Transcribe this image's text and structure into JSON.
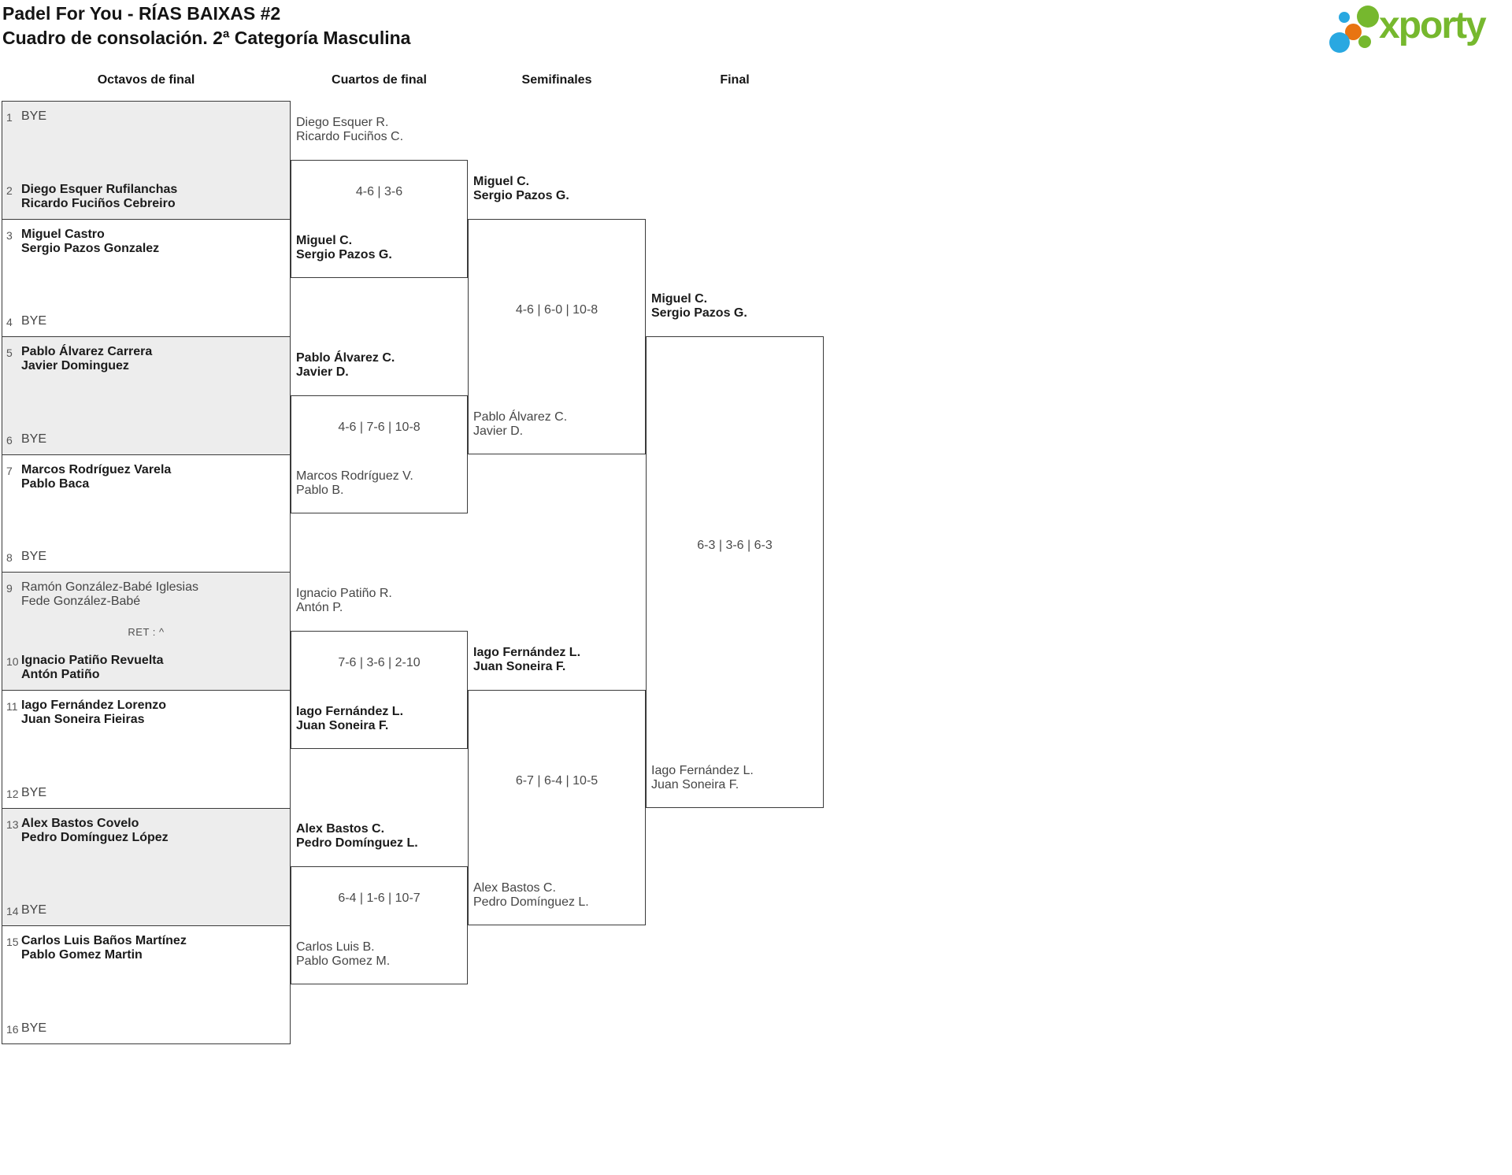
{
  "header": {
    "title": "Padel For You - RÍAS BAIXAS #2",
    "subtitle": "Cuadro de consolación. 2ª Categoría Masculina",
    "logo": {
      "wordmark": "xporty",
      "green": "#76b82e",
      "blue": "#29a8e1",
      "orange": "#e87411"
    }
  },
  "rounds": [
    "Octavos de final",
    "Cuartos de final",
    "Semifinales",
    "Final"
  ],
  "retirement_note": "RET : ^",
  "octavos": [
    {
      "num": "1",
      "line1": "BYE",
      "line2": "",
      "bold": false
    },
    {
      "num": "2",
      "line1": "Diego Esquer Rufilanchas",
      "line2": "Ricardo Fuciños Cebreiro",
      "bold": true
    },
    {
      "num": "3",
      "line1": "Miguel Castro",
      "line2": "Sergio Pazos Gonzalez",
      "bold": true
    },
    {
      "num": "4",
      "line1": "BYE",
      "line2": "",
      "bold": false
    },
    {
      "num": "5",
      "line1": "Pablo Álvarez Carrera",
      "line2": "Javier Dominguez",
      "bold": true
    },
    {
      "num": "6",
      "line1": "BYE",
      "line2": "",
      "bold": false
    },
    {
      "num": "7",
      "line1": "Marcos Rodríguez Varela",
      "line2": "Pablo Baca",
      "bold": true
    },
    {
      "num": "8",
      "line1": "BYE",
      "line2": "",
      "bold": false
    },
    {
      "num": "9",
      "line1": "Ramón González-Babé Iglesias",
      "line2": "Fede González-Babé",
      "bold": false
    },
    {
      "num": "10",
      "line1": "Ignacio Patiño Revuelta",
      "line2": "Antón Patiño",
      "bold": true
    },
    {
      "num": "11",
      "line1": "Iago Fernández Lorenzo",
      "line2": "Juan Soneira Fieiras",
      "bold": true
    },
    {
      "num": "12",
      "line1": "BYE",
      "line2": "",
      "bold": false
    },
    {
      "num": "13",
      "line1": "Alex Bastos Covelo",
      "line2": "Pedro Domínguez López",
      "bold": true
    },
    {
      "num": "14",
      "line1": "BYE",
      "line2": "",
      "bold": false
    },
    {
      "num": "15",
      "line1": "Carlos Luis Baños Martínez",
      "line2": "Pablo Gomez Martin",
      "bold": true
    },
    {
      "num": "16",
      "line1": "BYE",
      "line2": "",
      "bold": false
    }
  ],
  "cuartos": [
    {
      "score": "4-6 | 3-6",
      "top": {
        "line1": "Diego Esquer R.",
        "line2": "Ricardo Fuciños C.",
        "bold": false
      },
      "bottom": {
        "line1": "Miguel C.",
        "line2": "Sergio Pazos G.",
        "bold": true
      }
    },
    {
      "score": "4-6 | 7-6 | 10-8",
      "top": {
        "line1": "Pablo Álvarez C.",
        "line2": "Javier D.",
        "bold": true
      },
      "bottom": {
        "line1": "Marcos Rodríguez V.",
        "line2": "Pablo B.",
        "bold": false
      }
    },
    {
      "score": "7-6 | 3-6 | 2-10",
      "top": {
        "line1": "Ignacio Patiño R.",
        "line2": "Antón P.",
        "bold": false
      },
      "bottom": {
        "line1": "Iago Fernández L.",
        "line2": "Juan Soneira F.",
        "bold": true
      }
    },
    {
      "score": "6-4 | 1-6 | 10-7",
      "top": {
        "line1": "Alex Bastos C.",
        "line2": "Pedro Domínguez L.",
        "bold": true
      },
      "bottom": {
        "line1": "Carlos Luis B.",
        "line2": "Pablo Gomez M.",
        "bold": false
      }
    }
  ],
  "semifinales": [
    {
      "score": "4-6 | 6-0 | 10-8",
      "top": {
        "line1": "Miguel C.",
        "line2": "Sergio Pazos G.",
        "bold": true
      },
      "bottom": {
        "line1": "Pablo Álvarez C.",
        "line2": "Javier D.",
        "bold": false
      }
    },
    {
      "score": "6-7 | 6-4 | 10-5",
      "top": {
        "line1": "Iago Fernández L.",
        "line2": "Juan Soneira F.",
        "bold": true
      },
      "bottom": {
        "line1": "Alex Bastos C.",
        "line2": "Pedro Domínguez L.",
        "bold": false
      }
    }
  ],
  "final": {
    "score": "6-3 | 3-6 | 6-3",
    "top": {
      "line1": "Miguel C.",
      "line2": "Sergio Pazos G.",
      "bold": true
    },
    "bottom": {
      "line1": "Iago Fernández L.",
      "line2": "Juan Soneira F.",
      "bold": false
    }
  }
}
